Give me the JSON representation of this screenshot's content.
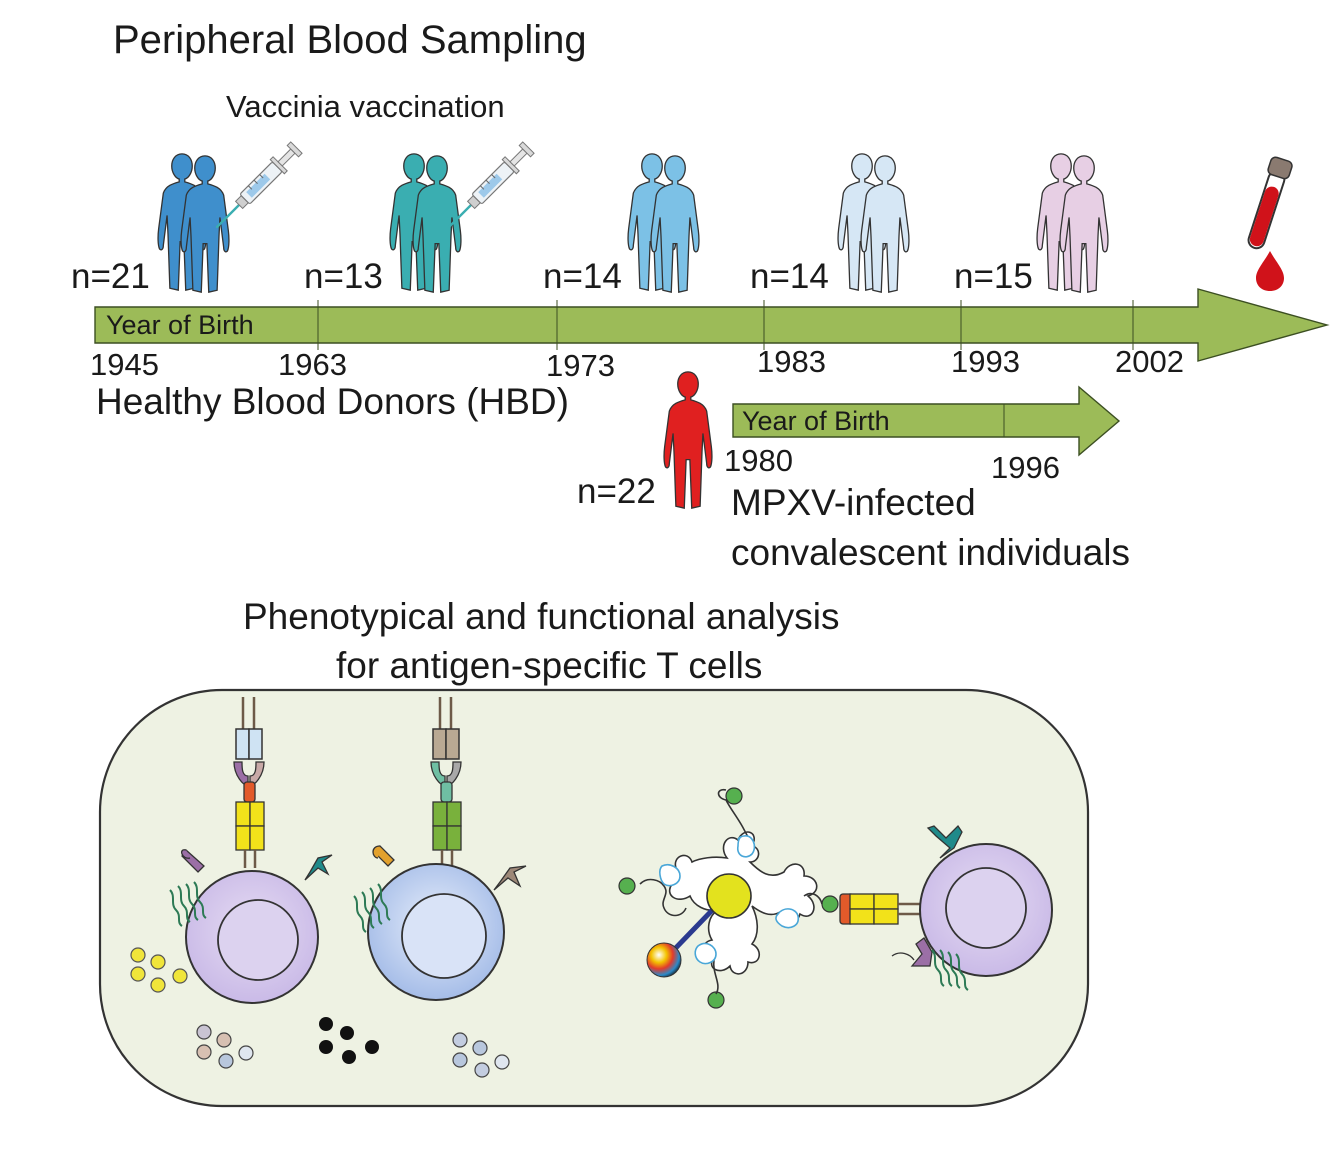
{
  "title": "Peripheral Blood Sampling",
  "vaccination_label": "Vaccinia vaccination",
  "hbd": {
    "label": "Healthy Blood Donors (HBD)",
    "arrow_label": "Year of Birth",
    "groups": [
      {
        "n": "n=21",
        "color": "#3f8fcc",
        "vaccinated": true
      },
      {
        "n": "n=13",
        "color": "#3aaeb1",
        "vaccinated": true
      },
      {
        "n": "n=14",
        "color": "#7cc1e6",
        "vaccinated": false
      },
      {
        "n": "n=14",
        "color": "#d6e7f5",
        "vaccinated": false
      },
      {
        "n": "n=15",
        "color": "#e7cfe4",
        "vaccinated": false
      }
    ],
    "years": [
      "1945",
      "1963",
      "1973",
      "1983",
      "1993",
      "2002"
    ]
  },
  "mpxv": {
    "n": "n=22",
    "arrow_label": "Year of Birth",
    "years": [
      "1980",
      "1996"
    ],
    "label_line1": "MPXV-infected",
    "label_line2": "convalescent individuals",
    "color": "#e02020"
  },
  "analysis": {
    "title_line1": "Phenotypical and functional analysis",
    "title_line2": "for antigen-specific T cells"
  },
  "colors": {
    "arrow": "#9cbb58",
    "arrow_stroke": "#3c4f22",
    "panel": "#eef2e3",
    "blood": "#d0121a"
  }
}
